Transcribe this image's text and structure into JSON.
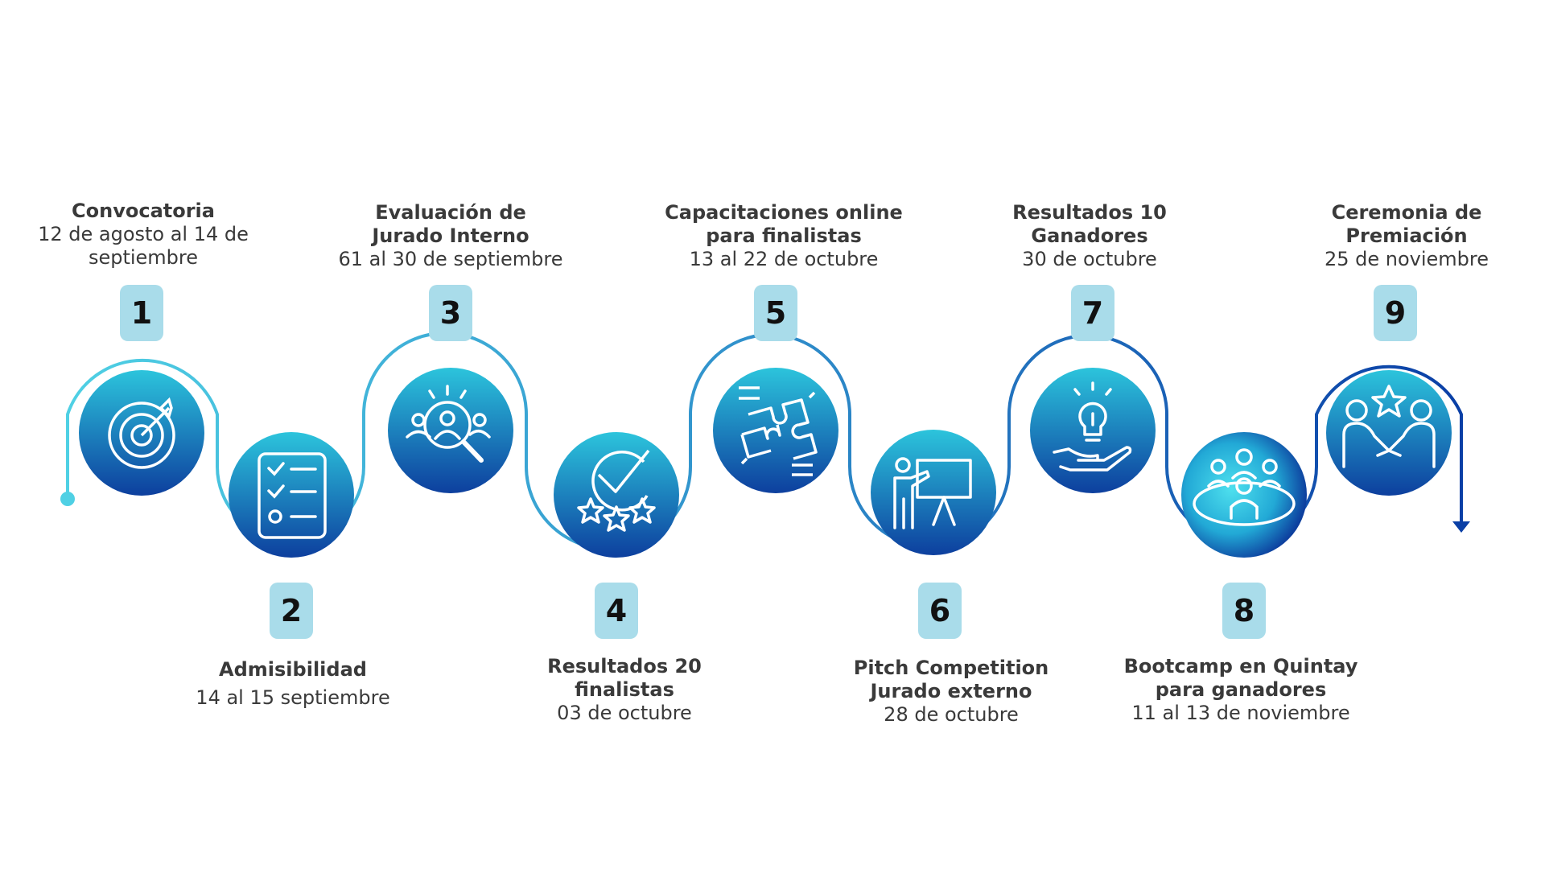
{
  "steps": [
    {
      "number": "1",
      "title": "Convocatoria",
      "date": "12 de agosto al 14 de\nseptiembre",
      "icon": "target-icon"
    },
    {
      "number": "2",
      "title": "Admisibilidad",
      "date": "14 al 15 septiembre",
      "icon": "checklist-icon"
    },
    {
      "number": "3",
      "title": "Evaluación de\nJurado Interno",
      "date": "61 al 30 de septiembre",
      "icon": "magnifier-people-icon"
    },
    {
      "number": "4",
      "title": "Resultados  20\nfinalistas",
      "date": "03 de octubre",
      "icon": "check-stars-icon"
    },
    {
      "number": "5",
      "title": "Capacitaciones online\npara finalistas",
      "date": "13 al 22 de octubre",
      "icon": "puzzle-icon"
    },
    {
      "number": "6",
      "title": "Pitch Competition\nJurado externo",
      "date": "28 de octubre",
      "icon": "presentation-icon"
    },
    {
      "number": "7",
      "title": "Resultados 10\nGanadores",
      "date": "30 de octubre",
      "icon": "lightbulb-hand-icon"
    },
    {
      "number": "8",
      "title": "Bootcamp en Quintay\npara ganadores",
      "date": "11 al 13 de noviembre",
      "icon": "meeting-table-icon"
    },
    {
      "number": "9",
      "title": "Ceremonia de\nPremiación",
      "date": "25 de noviembre",
      "icon": "handshake-star-icon"
    }
  ],
  "colors": {
    "badge": "#a9dcea",
    "line_start": "#4fd0e4",
    "line_end": "#0a3fa6",
    "circle_top": "#2cc4dc",
    "circle_bottom": "#0d3f9e"
  }
}
